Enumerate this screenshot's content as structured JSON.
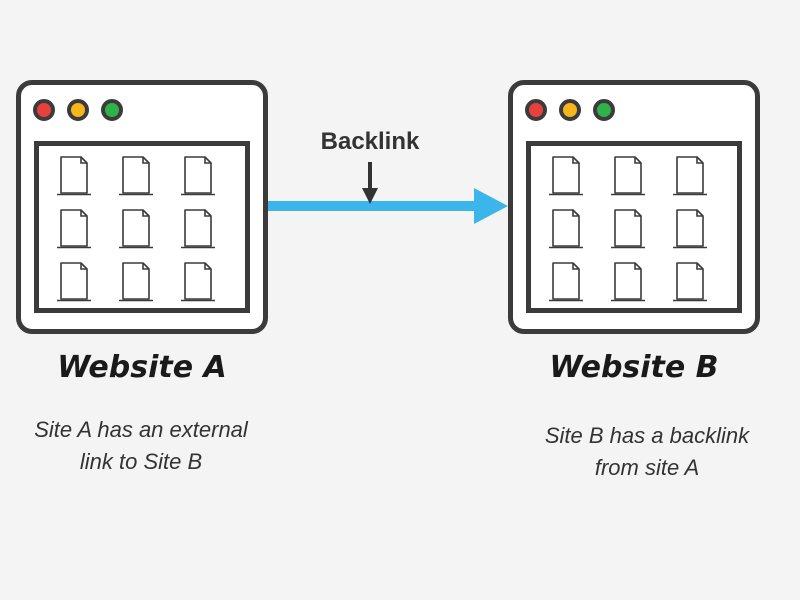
{
  "backlink_label": "Backlink",
  "site_a": {
    "title": "Website A",
    "desc_line1": "Site A has an external",
    "desc_line2": "link to Site B"
  },
  "site_b": {
    "title": "Website B",
    "desc_line1": "Site B has a backlink",
    "desc_line2": "from site A"
  },
  "colors": {
    "outline": "#3b3b3b",
    "dot_red": "#e8413d",
    "dot_yellow": "#f5b61b",
    "dot_green": "#2fb24a",
    "arrow": "#3bb5ea",
    "background": "#f4f4f4"
  },
  "icons": {
    "window_controls": [
      "close-dot-icon",
      "minimize-dot-icon",
      "maximize-dot-icon"
    ],
    "page_grid": "document-icon",
    "arrow": "right-arrow-icon",
    "pointer": "down-arrow-icon"
  }
}
